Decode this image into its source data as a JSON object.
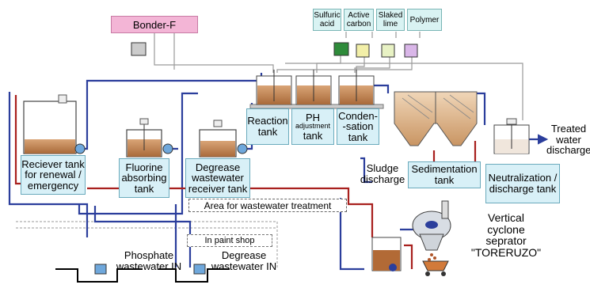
{
  "labels": {
    "bonder": "Bonder-F",
    "chemicals": [
      "Sulfuric acid",
      "Active carbon",
      "Slaked lime",
      "Polymer"
    ],
    "reaction_tank": "Reaction tank",
    "ph_tank_top": "PH",
    "ph_tank_mid": "adjustment",
    "ph_tank_bot": "tank",
    "condensation_tank": "Conden--sation tank",
    "sedimentation_tank": "Sedimentation tank",
    "neutralization_tank": "Neutralization / discharge tank",
    "treated_water": "Treated water discharge",
    "sludge_discharge": "Sludge discharge",
    "receiver_tank": "Reciever tank for renewal / emergency",
    "fluorine_tank": "Fluorine absorbing tank",
    "degrease_tank": "Degrease wastewater receiver tank",
    "area_label": "Area for wastewater treatment",
    "paint_shop": "In paint shop",
    "phosphate_in": "Phosphate wastewater IN",
    "degrease_in": "Degrease wastewater IN",
    "cyclone_title": "Vertical cyclone seprator",
    "cyclone_name": "\"TORERUZO\""
  },
  "colors": {
    "water_line": "#2b3e9c",
    "sludge_line": "#a8201e",
    "pipe_grey": "#9a9a9a",
    "label_bg": "#d8f0f7",
    "tank_liquid": "#c7905d",
    "bonder_bg": "#f3b5d6"
  }
}
